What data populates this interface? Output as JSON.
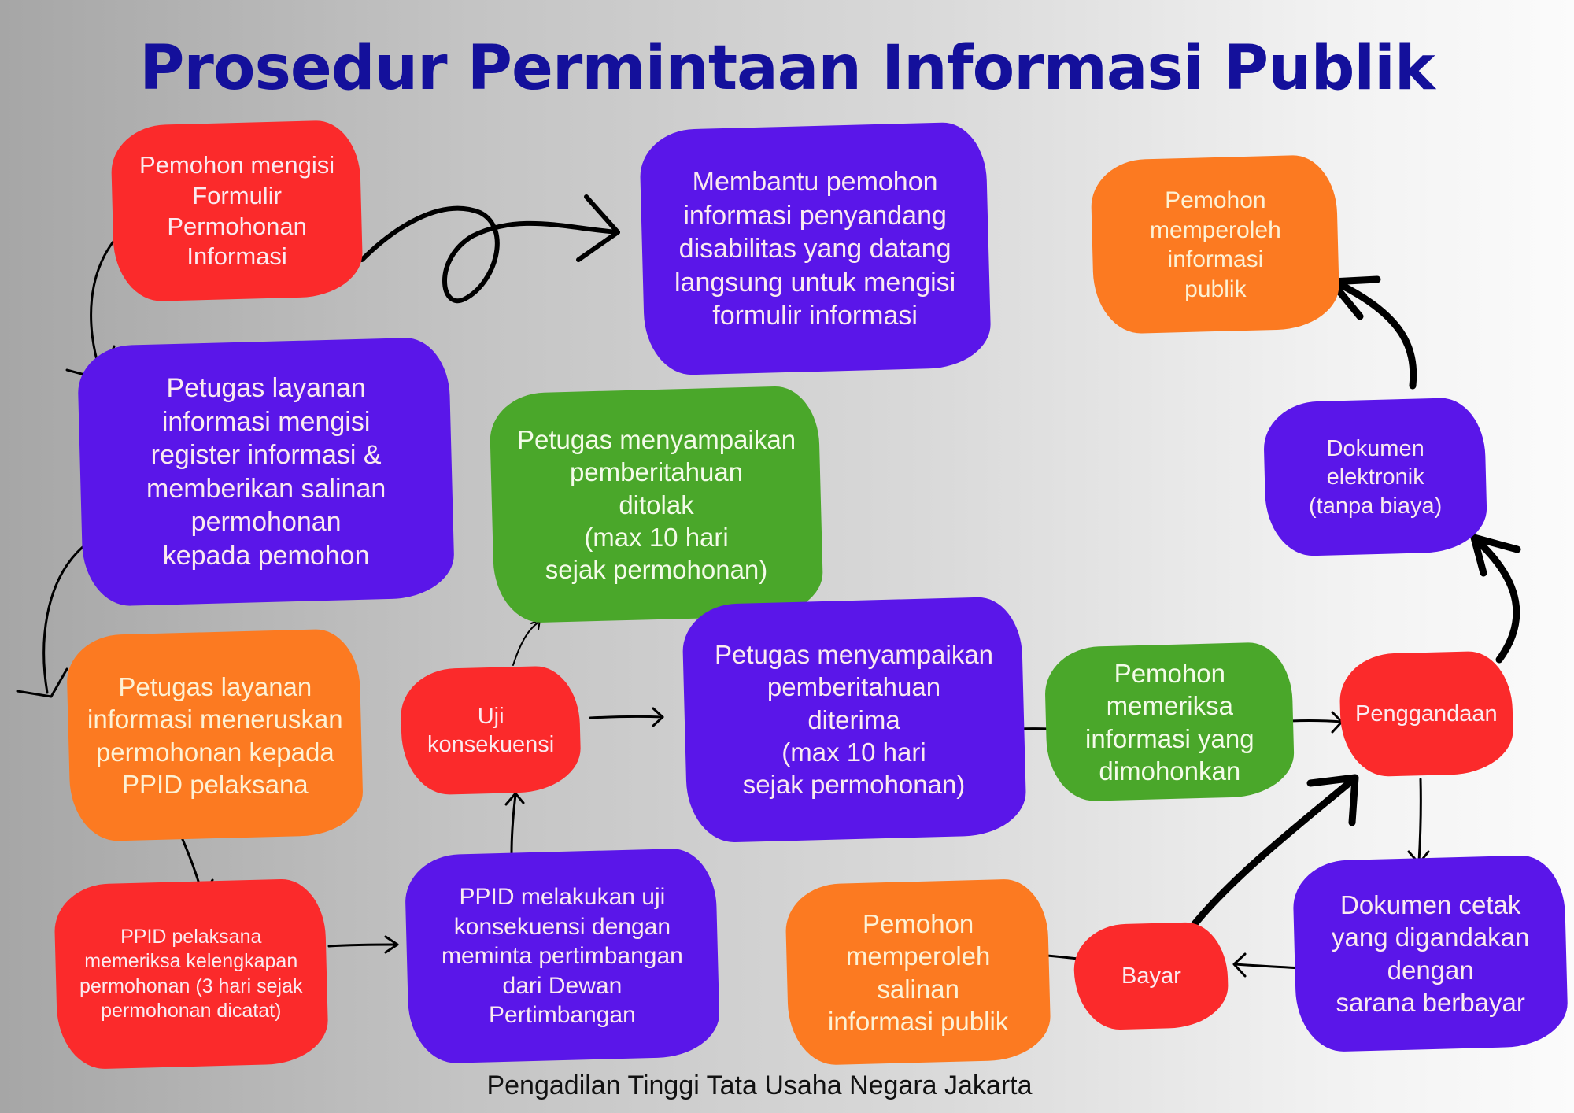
{
  "title": "Prosedur Permintaan Informasi Publik",
  "footer": "Pengadilan Tinggi Tata Usaha Negara Jakarta",
  "colors": {
    "title": "#14109b",
    "red": "#fb2a2b",
    "purple": "#5a16e9",
    "orange": "#fc7a21",
    "green": "#4aa72a",
    "arrow": "#000000"
  },
  "steps": {
    "fill_form": "Pemohon mengisi\nFormulir\nPermohonan\nInformasi",
    "assist_disabled": "Membantu pemohon\ninformasi penyandang\ndisabilitas yang datang\nlangsung untuk mengisi\nformulir informasi",
    "obtain_public_info": "Pemohon\nmemperoleh\ninformasi\npublik",
    "register": "Petugas layanan\ninformasi mengisi\nregister informasi &\nmemberikan salinan\npermohonan\nkepada pemohon",
    "rejected": "Petugas menyampaikan\npemberitahuan\nditolak\n(max 10 hari\nsejak permohonan)",
    "electronic_doc": "Dokumen\nelektronik\n(tanpa biaya)",
    "forward": "Petugas layanan\ninformasi meneruskan\npermohonan kepada\nPPID pelaksana",
    "consequence_test": "Uji\nkonsekuensi",
    "accepted": "Petugas menyampaikan\npemberitahuan\nditerima\n(max 10 hari\nsejak permohonan)",
    "examine_info": "Pemohon\nmemeriksa\ninformasi yang\ndimohonkan",
    "duplication": "Penggandaan",
    "check_completeness": "PPID pelaksana\nmemeriksa kelengkapan\npermohonan (3 hari sejak\npermohonan dicatat)",
    "ppid_test": "PPID melakukan uji\nkonsekuensi dengan\nmeminta pertimbangan\ndari Dewan\nPertimbangan",
    "obtain_copy": "Pemohon\nmemperoleh\nsalinan\ninformasi publik",
    "pay": "Bayar",
    "printed_doc": "Dokumen cetak\nyang digandakan\ndengan\nsarana berbayar"
  }
}
